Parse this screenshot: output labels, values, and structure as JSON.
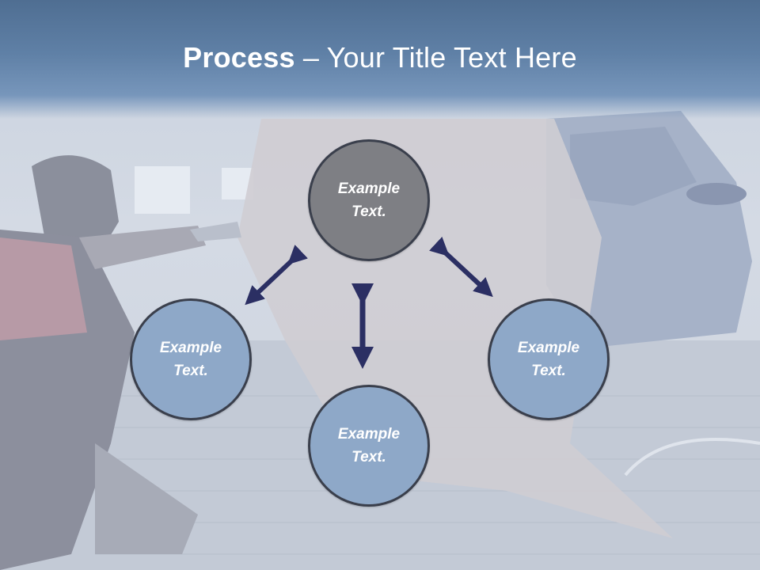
{
  "slide": {
    "title_bold": "Process",
    "title_rest": " – Your Title Text Here"
  },
  "nodes": {
    "top": "Example Text.",
    "left": "Example Text.",
    "right": "Example Text.",
    "bottom": "Example Text."
  },
  "colors": {
    "header": "#5f80a6",
    "top_circle": "#7e7f84",
    "side_circles": "#8ea8c8",
    "arrows": "#2b2f63",
    "circle_border": "#3a3f4c"
  },
  "background_image": "car-spray-painting-photo"
}
